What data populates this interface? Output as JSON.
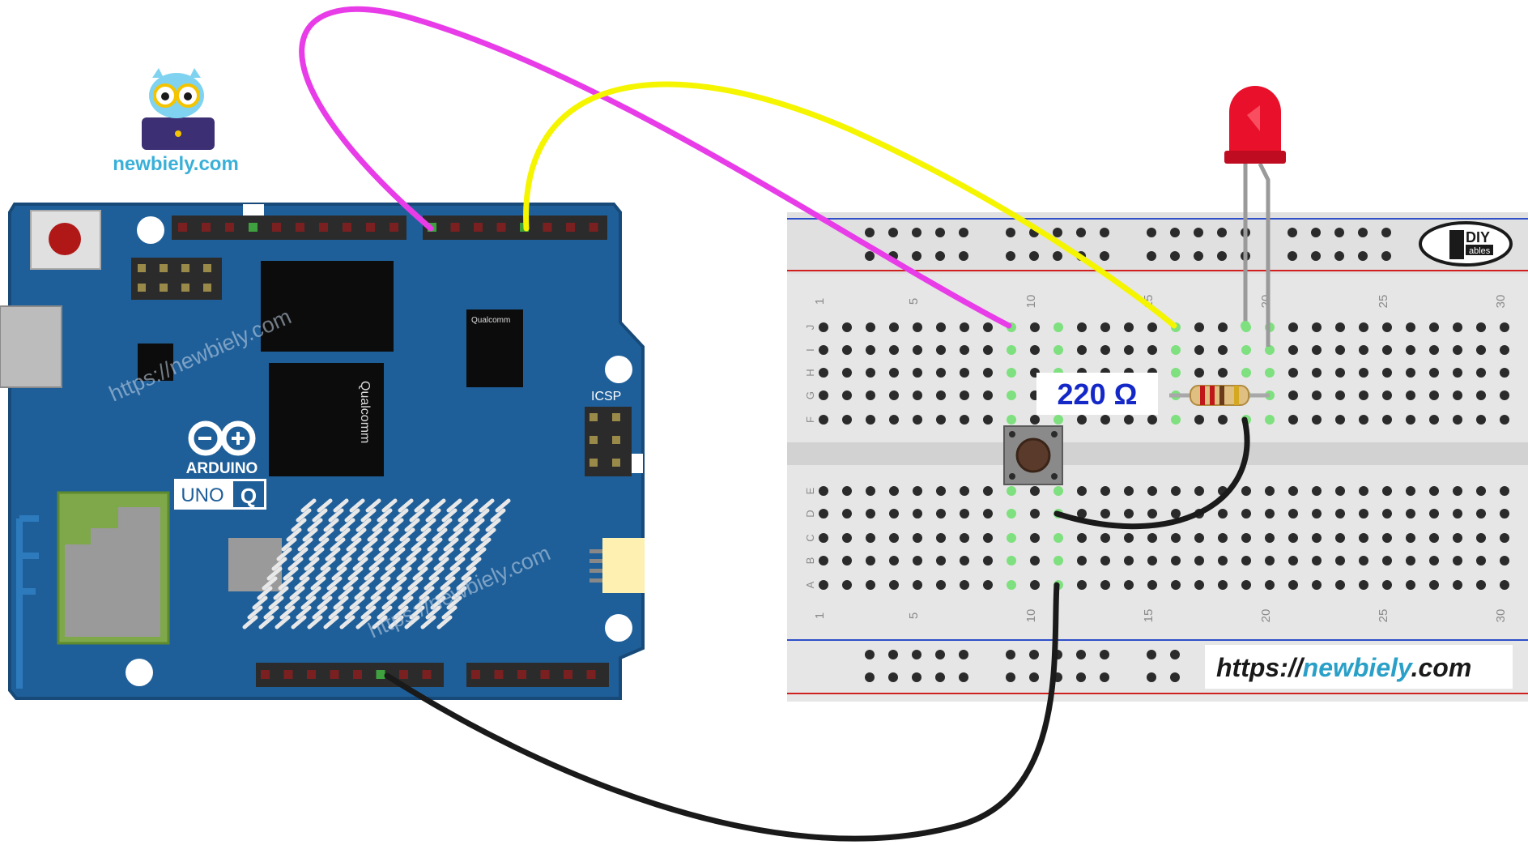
{
  "brand": {
    "logo_text": "newbiely.com",
    "url_prefix": "https://",
    "url_name": "newbiely",
    "url_suffix": ".com"
  },
  "watermarks": [
    "https://newbiely.com",
    "https://newbiely.com"
  ],
  "board": {
    "chip_label_1": "Qualcomm",
    "chip_label_2": "Qualcomm",
    "icsp_label": "ICSP",
    "brand_label": "ARDUINO",
    "model_label": "UNO",
    "model_suffix": "Q"
  },
  "breadboard": {
    "brand_badge": "DIY",
    "brand_badge_sub": "ables",
    "row_letters_top": [
      "J",
      "I",
      "H",
      "G",
      "F"
    ],
    "row_letters_bottom": [
      "E",
      "D",
      "C",
      "B",
      "A"
    ],
    "column_numbers": [
      "1",
      "5",
      "10",
      "15",
      "20",
      "25",
      "30"
    ]
  },
  "resistor_label": "220 Ω",
  "colors": {
    "board_blue": "#1f5f99",
    "breadboard": "#e6e6e6",
    "wire_magenta": "#e83ce8",
    "wire_yellow": "#f5f500",
    "wire_black": "#1a1a1a",
    "led_red": "#e8102a",
    "label_blue": "#1428c8",
    "url_teal": "#2aa0c8"
  }
}
